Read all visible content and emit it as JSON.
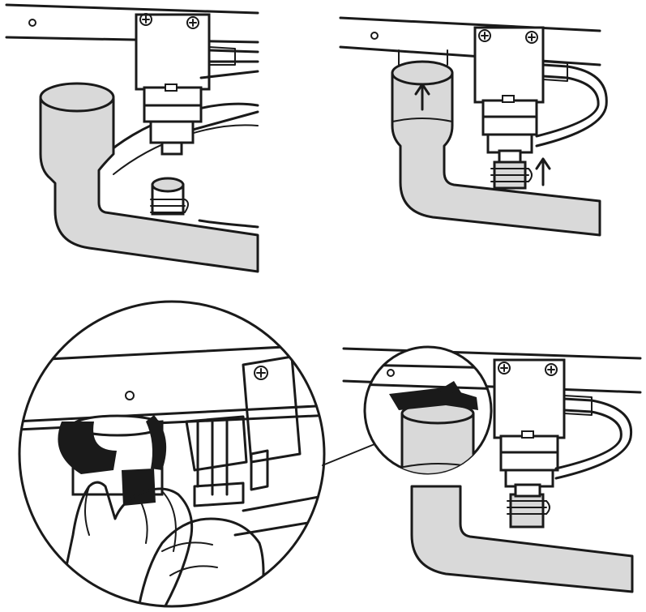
{
  "figure": {
    "panel_count": 4
  },
  "colors": {
    "ink": "#1a1a1a",
    "hose_fill": "#d9d9d9",
    "clamp_fill": "#1a1a1a",
    "paper": "#ffffff"
  },
  "panels": [
    {
      "id": "panel-top-left",
      "icons": [
        "screw-icon",
        "screw-icon"
      ]
    },
    {
      "id": "panel-top-right",
      "icons": [
        "up-arrow-icon",
        "up-arrow-icon",
        "screw-icon",
        "screw-icon"
      ]
    },
    {
      "id": "panel-bottom-left",
      "icons": [
        "screw-icon"
      ]
    },
    {
      "id": "panel-bottom-right",
      "icons": [
        "screw-icon",
        "screw-icon"
      ]
    }
  ]
}
